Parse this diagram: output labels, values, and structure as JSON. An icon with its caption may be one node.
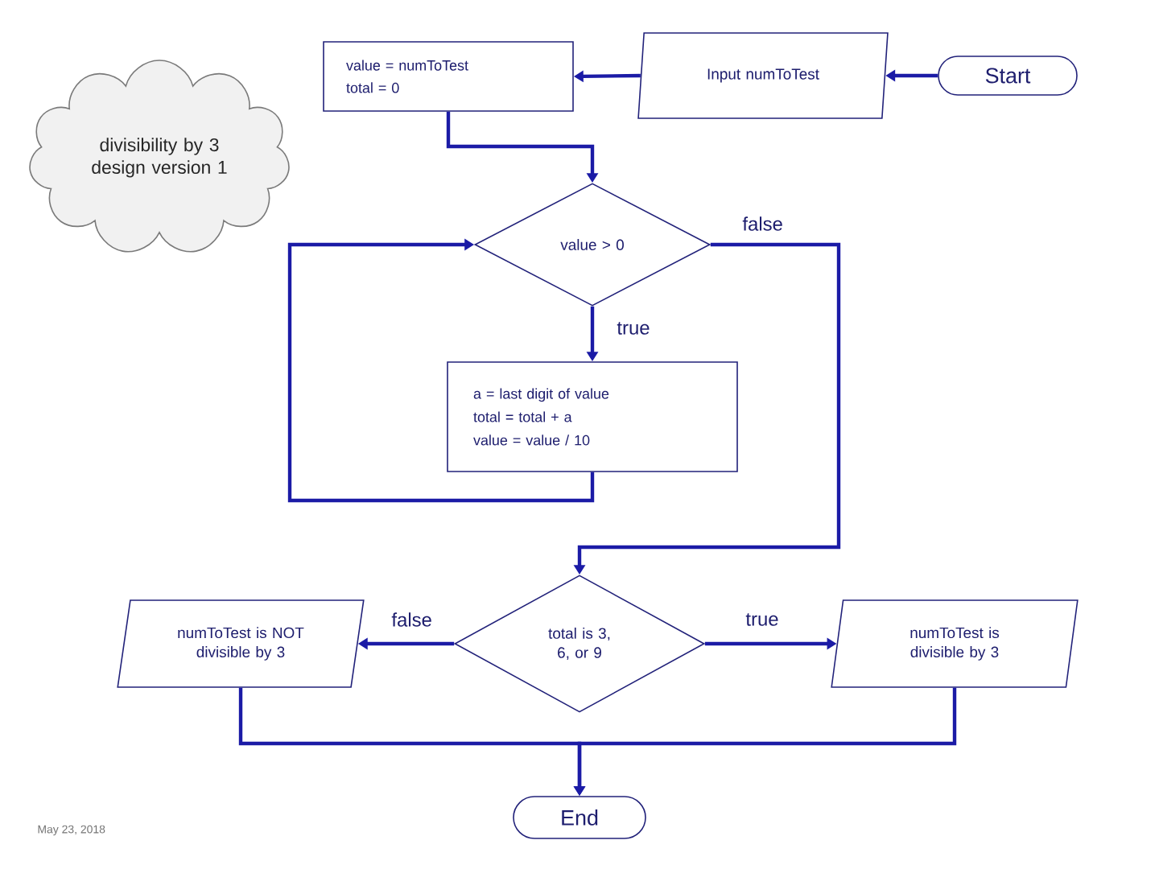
{
  "diagram": {
    "nodes": [
      {
        "text": [
          "Start"
        ]
      },
      {
        "text": [
          "Input numToTest"
        ]
      },
      {
        "text": [
          "value = numToTest",
          "total = 0"
        ]
      },
      {
        "text": [
          "divisibility by 3 design version 1"
        ]
      },
      {
        "text": [
          "value > 0"
        ]
      },
      {
        "text": [
          "a = last digit of value",
          "total = total + a",
          "value = value / 10"
        ]
      },
      {
        "text": [
          "total is 3, 6, or 9"
        ]
      },
      {
        "text": [
          "numToTest is NOT divisible by 3"
        ]
      },
      {
        "text": [
          "numToTest is divisible by 3"
        ]
      },
      {
        "text": [
          "End"
        ]
      }
    ],
    "edges": [
      {
        "from": 0,
        "to": 1,
        "arrow": "to"
      },
      {
        "from": 1,
        "to": 2,
        "arrow": "to"
      },
      {
        "from": 2,
        "to": 4,
        "arrow": "to"
      },
      {
        "from": 4,
        "to": 5,
        "arrow": "to",
        "label": "true"
      },
      {
        "from": 5,
        "to": 4,
        "arrow": "to"
      },
      {
        "from": 4,
        "to": 6,
        "arrow": "to",
        "label": "false"
      },
      {
        "from": 6,
        "to": 7,
        "arrow": "to",
        "label": "false"
      },
      {
        "from": 6,
        "to": 8,
        "arrow": "to",
        "label": "true"
      },
      {
        "from": 7,
        "to": 9,
        "arrow": "to"
      },
      {
        "from": 8,
        "to": 9,
        "arrow": "to"
      }
    ],
    "labels": [
      "May 23, 2018"
    ]
  }
}
